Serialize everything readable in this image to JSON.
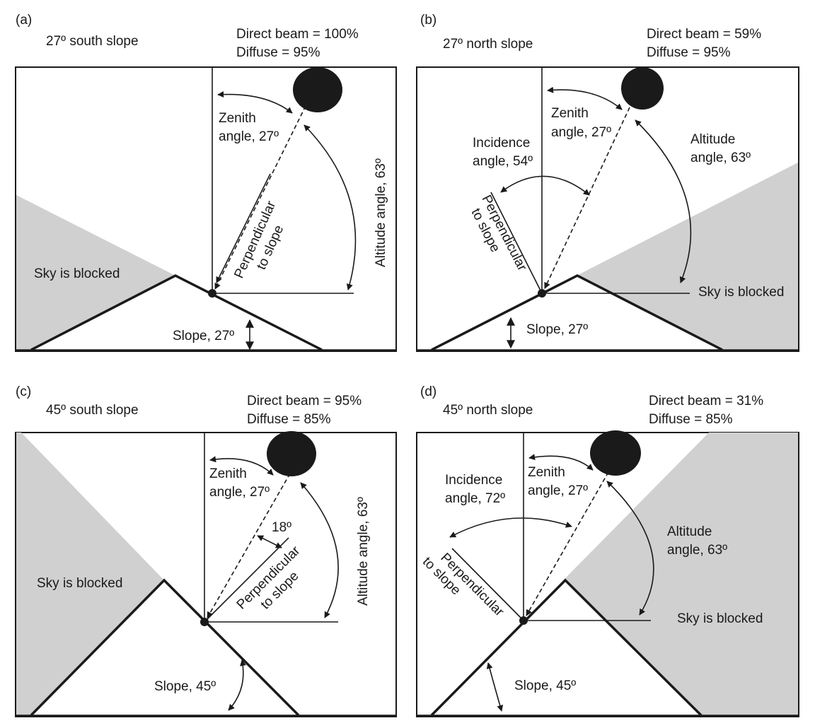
{
  "panels": [
    {
      "letter": "(a)",
      "slope_label": "27º south slope",
      "direct_beam": "Direct beam = 100%",
      "diffuse": "Diffuse = 95%",
      "zenith_line1": "Zenith",
      "zenith_line2": "angle, 27º",
      "altitude": "Altitude angle, 63º",
      "perp_line1": "Perpendicular",
      "perp_line2": "to slope",
      "sky_blocked": "Sky is blocked",
      "slope_angle": "Slope, 27º"
    },
    {
      "letter": "(b)",
      "slope_label": "27º north slope",
      "direct_beam": "Direct beam = 59%",
      "diffuse": "Diffuse = 95%",
      "zenith_line1": "Zenith",
      "zenith_line2": "angle, 27º",
      "incidence_line1": "Incidence",
      "incidence_line2": "angle, 54º",
      "altitude_line1": "Altitude",
      "altitude_line2": "angle, 63º",
      "perp_line1": "Perpendicular",
      "perp_line2": "to slope",
      "sky_blocked": "Sky is blocked",
      "slope_angle": "Slope, 27º"
    },
    {
      "letter": "(c)",
      "slope_label": "45º south slope",
      "direct_beam": "Direct beam = 95%",
      "diffuse": "Diffuse = 85%",
      "zenith_line1": "Zenith",
      "zenith_line2": "angle, 27º",
      "small_angle": "18º",
      "altitude": "Altitude angle, 63º",
      "perp_line1": "Perpendicular",
      "perp_line2": "to slope",
      "sky_blocked": "Sky is blocked",
      "slope_angle": "Slope, 45º"
    },
    {
      "letter": "(d)",
      "slope_label": "45º north slope",
      "direct_beam": "Direct beam = 31%",
      "diffuse": "Diffuse = 85%",
      "zenith_line1": "Zenith",
      "zenith_line2": "angle, 27º",
      "incidence_line1": "Incidence",
      "incidence_line2": "angle, 72º",
      "altitude_line1": "Altitude",
      "altitude_line2": "angle, 63º",
      "perp_line1": "Perpendicular",
      "perp_line2": "to slope",
      "sky_blocked": "Sky is blocked",
      "slope_angle": "Slope, 45º"
    }
  ]
}
